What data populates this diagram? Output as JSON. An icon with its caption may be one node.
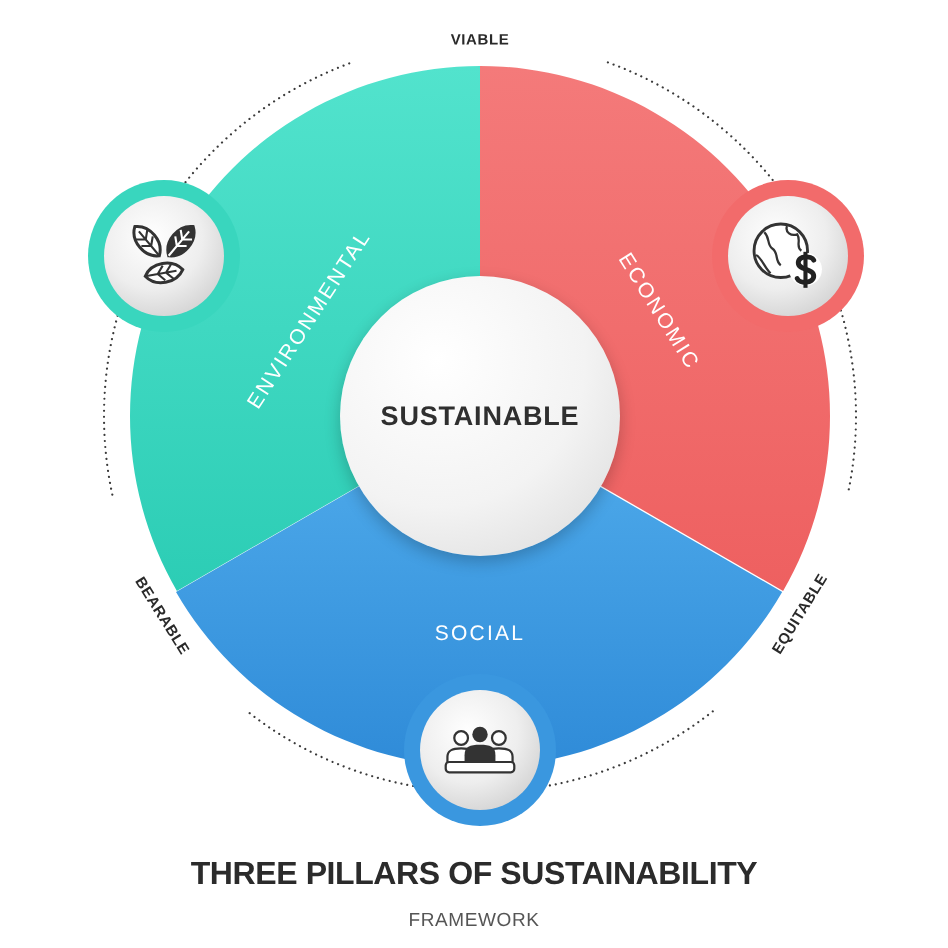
{
  "diagram": {
    "title": "THREE PILLARS OF SUSTAINABILITY",
    "caption": "FRAMEWORK",
    "nodes": [
      {
        "text": [
          "ENVIRONMENTAL"
        ]
      },
      {
        "text": [
          "ECONOMIC"
        ]
      },
      {
        "text": [
          "SUSTAINABLE"
        ]
      },
      {
        "text": [
          "SOCIAL"
        ]
      },
      {
        "text": [],
        "shape": "circle"
      },
      {
        "text": [],
        "shape": "circle"
      },
      {
        "text": [],
        "shape": "circle"
      }
    ],
    "edges": [
      {
        "from": 4,
        "to": 5,
        "arrow": "none",
        "style": "dashed",
        "label": "VIABLE"
      },
      {
        "from": 5,
        "to": 6,
        "arrow": "none",
        "style": "dashed",
        "label": "EQUITABLE"
      },
      {
        "from": 6,
        "to": 4,
        "arrow": "none",
        "style": "dashed",
        "label": "BEARABLE"
      }
    ]
  }
}
